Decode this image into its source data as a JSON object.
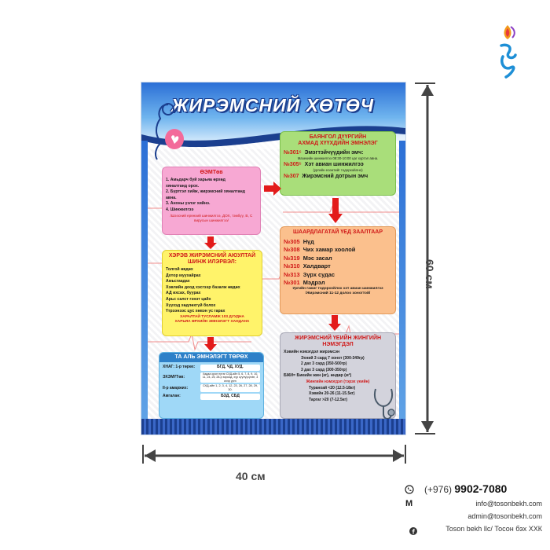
{
  "poster": {
    "title": "ЖИРЭМСНИЙ ХӨТӨЧ",
    "box1": {
      "title": "ӨЭМТөв",
      "items": [
        "1. Амьдарч буй харьяа өрхөд",
        "хяналтанд орох.",
        "2. Бүртгэл хийж, жирэмсний хяналтанд",
        "авна.",
        "3. Анхны үзлэг хийнэ.",
        "4. Шинжилгээ"
      ],
      "note": "/Шээсний ерөнхий шинжилгээ, ДОХ, тэмбүү, В, С вирусын шинжилгээ/"
    },
    "box2": {
      "title_line1": "БАЯНГОЛ ДҮҮРГИЙН",
      "title_line2": "АХМАД ХҮҮХДИЙН ЭМНЭЛЭГ",
      "rows": [
        {
          "num": "№301⁶",
          "text": "Эмэгтэйчүүдийн эмч:"
        },
        {
          "sub": "Мазекийн шинжилгээ 08:30-10:00 цаг хүртэл авна."
        },
        {
          "num": "№305⁵",
          "text": "Хэт авиан шинжилгээ"
        },
        {
          "sub": "(ургийн есөнтийг тодорхойлно)"
        },
        {
          "num": "№307",
          "text": "Жирэмсний дотрын эмч"
        }
      ]
    },
    "box3": {
      "title_line1": "ХЭРЭВ ЖИРЭМСНИЙ АЮУЛТАЙ",
      "title_line2": "ШИНЖ ИЛЭРВЭЛ:",
      "items": [
        "Толгой өвдөх",
        "Дотор муухайрах",
        "Амьсгаадах",
        "Хэвлийн доод хэсгээр базалж өвдөх",
        "АД ихсах, буурах",
        "Арьс салст гэнэт цайх",
        "Хүүхэд хөдлөхгүй болох",
        "Үтрээнээс цус хөвэн ус гарах"
      ],
      "footer_line1": "ХАРАЛТАЙ ТУСЛАМЖ 103 ДУУДНА",
      "footer_line2": "ХАРЬЯА ӨРХИЙН ЭМНЭЛЭГТ ХАНДАНА"
    },
    "box4": {
      "title": "ШААРДЛАГАТАЙ ҮЕД ЗААЛТААР",
      "rows": [
        {
          "num": "№305",
          "text": "Нүд"
        },
        {
          "num": "№308",
          "text": "Чих хамар хоолой"
        },
        {
          "num": "№319",
          "text": "Мэс засал"
        },
        {
          "num": "№310",
          "text": "Халдварт"
        },
        {
          "num": "№313",
          "text": "Зүрх судас"
        },
        {
          "num": "№301",
          "text": "Мэдрэл"
        }
      ],
      "note_line1": "Ургийн гажиг тодорхойлох хэт авиан шинжилгээ",
      "note_line2": "/Жирэмсний 11-12 долоо хоногтой/"
    },
    "box5": {
      "title": "ТА АЛЬ ЭМНЭЛЭГТ ТӨРӨХ",
      "rows": [
        {
          "label": "ХНАГ: 1-р төрөх:",
          "value": "БГД, ЧД, ХУД."
        },
        {
          "label": "ЭХЭМҮТөв:",
          "value": "Хадаа орон нутаг СХД-ийн 5, 6, 7, 8, 9, 10, 11, 24, 25, 28-р хороод, хүр сүүлүүсүхэн, 3 ихэр ургэ"
        },
        {
          "label": "II-р амаржих:",
          "value": "СХД-ийн 1, 2, 3, 4, 12, 23, 26, 27, 28, 29, 30."
        },
        {
          "label": "Амгалан:",
          "value": "БЗД, СБД"
        }
      ]
    },
    "box6": {
      "title_line1": "ЖИРЭМСНИЙ ҮЕИЙН ЖИНГИЙН",
      "title_line2": "НЭМЭГДЭЛ",
      "intro": "Хэвийн нэмэгдэл жирэмсэн",
      "lines": [
        "Эхний 3 сард 7 хонот (300-349гр)",
        "2 дах 3 сард (350-500гр)",
        "3 дах 3 сард (300-350гр)"
      ],
      "bmi": "БЖИ= Биеийн жин (кг), өндөр (м²)",
      "sub_title": "Жингийн нэмэгдэл (тэрэх үеийн)",
      "weights": [
        "Туранхай <20 (12.5-18кг)",
        "Хэвийн 20-26 (11-15.5кг)",
        "Таргаг >20 (7-12.5кг)"
      ]
    }
  },
  "dimensions": {
    "width": "40 см",
    "height": "60 см"
  },
  "contact": {
    "phone_prefix": "(+976)",
    "phone": "9902-7080",
    "email1": "info@tosonbekh.com",
    "email2": "admin@tosonbekh.com",
    "facebook": "Toson bekh llc/ Тосон бэх ХХК"
  },
  "colors": {
    "brand_blue": "#1b3f8f",
    "accent_red": "#d01818",
    "box_pink": "#f7a8d3",
    "box_green": "#a9de7a",
    "box_yellow": "#fff36a",
    "box_orange": "#fbc08d",
    "box_lightblue": "#9fd8f7",
    "box_grey": "#d3d3dc"
  },
  "icons": [
    "logo-icon",
    "phone-icon",
    "mail-icon",
    "facebook-icon",
    "pregnant-woman-icon",
    "stethoscope-icon"
  ]
}
